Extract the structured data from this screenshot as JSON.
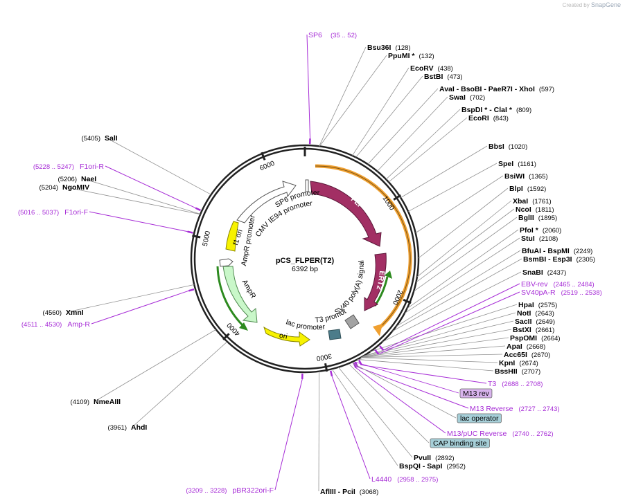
{
  "credit": {
    "prefix": "Created by",
    "brand": "SnapGene"
  },
  "plasmid": {
    "name": "pCS_FLPER(T2)",
    "length_label": "6392 bp",
    "length": 6392
  },
  "ticks": [
    {
      "pos": 1000,
      "label": "1000"
    },
    {
      "pos": 2000,
      "label": "2000"
    },
    {
      "pos": 3000,
      "label": "3000"
    },
    {
      "pos": 4000,
      "label": "4000"
    },
    {
      "pos": 5000,
      "label": "5000"
    },
    {
      "pos": 6000,
      "label": "6000"
    }
  ],
  "enzymes": [
    {
      "text": "Bsu36I",
      "pos": "(128)",
      "site": 128
    },
    {
      "text": "PpuMI *",
      "pos": "(132)",
      "site": 132
    },
    {
      "text": "EcoRV",
      "pos": "(438)",
      "site": 438
    },
    {
      "text": "BstBI",
      "pos": "(473)",
      "site": 473
    },
    {
      "text": "AvaI   - BsoBI   - PaeR7I   - XhoI",
      "pos": "(597)",
      "site": 597
    },
    {
      "text": "SwaI",
      "pos": "(702)",
      "site": 702
    },
    {
      "text": "BspDI *  - ClaI *",
      "pos": "(809)",
      "site": 809
    },
    {
      "text": "EcoRI",
      "pos": "(843)",
      "site": 843
    },
    {
      "text": "BbsI",
      "pos": "(1020)",
      "site": 1020
    },
    {
      "text": "SpeI",
      "pos": "(1161)",
      "site": 1161
    },
    {
      "text": "BsiWI",
      "pos": "(1365)",
      "site": 1365
    },
    {
      "text": "BlpI",
      "pos": "(1592)",
      "site": 1592
    },
    {
      "text": "XbaI",
      "pos": "(1761)",
      "site": 1761
    },
    {
      "text": "NcoI",
      "pos": "(1811)",
      "site": 1811
    },
    {
      "text": "BglII",
      "pos": "(1895)",
      "site": 1895
    },
    {
      "text": "PfoI *",
      "pos": "(2060)",
      "site": 2060
    },
    {
      "text": "StuI",
      "pos": "(2108)",
      "site": 2108
    },
    {
      "text": "BfuAI   - BspMI",
      "pos": "(2249)",
      "site": 2249
    },
    {
      "text": "BsmBI   - Esp3I",
      "pos": "(2305)",
      "site": 2305
    },
    {
      "text": "SnaBI",
      "pos": "(2437)",
      "site": 2437
    },
    {
      "text": "HpaI",
      "pos": "(2575)",
      "site": 2575
    },
    {
      "text": "NotI",
      "pos": "(2643)",
      "site": 2643
    },
    {
      "text": "SacII",
      "pos": "(2649)",
      "site": 2649
    },
    {
      "text": "BstXI",
      "pos": "(2661)",
      "site": 2661
    },
    {
      "text": "PspOMI",
      "pos": "(2664)",
      "site": 2664
    },
    {
      "text": "ApaI",
      "pos": "(2668)",
      "site": 2668
    },
    {
      "text": "Acc65I",
      "pos": "(2670)",
      "site": 2670
    },
    {
      "text": "KpnI",
      "pos": "(2674)",
      "site": 2674
    },
    {
      "text": "BssHII",
      "pos": "(2707)",
      "site": 2707
    },
    {
      "text": "PvuII",
      "pos": "(2892)",
      "site": 2892
    },
    {
      "text": "BspQI   - SapI",
      "pos": "(2952)",
      "site": 2952
    },
    {
      "text": "AflIII   - PciI",
      "pos": "(3068)",
      "site": 3068
    },
    {
      "text": "AhdI",
      "pos": "(3961)",
      "site": 3961
    },
    {
      "text": "NmeAIII",
      "pos": "(4109)",
      "site": 4109
    },
    {
      "text": "XmnI",
      "pos": "(4560)",
      "site": 4560
    },
    {
      "text": "SalI",
      "pos": "(5405)",
      "site": 5405
    },
    {
      "text": "NaeI",
      "pos": "(5206)",
      "site": 5206
    },
    {
      "text": "NgoMIV",
      "pos": "(5204)",
      "site": 5204
    }
  ],
  "primers": [
    {
      "name": "SP6",
      "pos": "(35 .. 52)",
      "site": 44
    },
    {
      "name": "EBV-rev",
      "pos": "(2465 .. 2484)",
      "site": 2475
    },
    {
      "name": "SV40pA-R",
      "pos": "(2519 .. 2538)",
      "site": 2528
    },
    {
      "name": "T3",
      "pos": "(2688 .. 2708)",
      "site": 2698
    },
    {
      "name": "M13 Reverse",
      "pos": "(2727 .. 2743)",
      "site": 2735
    },
    {
      "name": "M13/pUC Reverse",
      "pos": "(2740 .. 2762)",
      "site": 2751
    },
    {
      "name": "L4440",
      "pos": "(2958 .. 2975)",
      "site": 2966
    },
    {
      "name": "pBR322ori-F",
      "pos": "(3209 .. 3228)",
      "site": 3218
    },
    {
      "name": "Amp-R",
      "pos": "(4511 .. 4530)",
      "site": 4520
    },
    {
      "name": "F1ori-F",
      "pos": "(5016 .. 5037)",
      "site": 5026
    },
    {
      "name": "F1ori-R",
      "pos": "(5228 .. 5247)",
      "site": 5237
    }
  ],
  "boxed_features": [
    {
      "text": "M13 rev",
      "site": 2735,
      "color": "#d9b4ee"
    },
    {
      "text": "lac operator",
      "site": 2760,
      "color": "#a6cfd8"
    },
    {
      "text": "CAP binding site",
      "site": 2790,
      "color": "#a6cfd8"
    }
  ],
  "features": [
    {
      "name": "FLP",
      "color": "#a22f64",
      "label_color": "#ffffff"
    },
    {
      "name": "ERT2",
      "color": "#a22f64",
      "label_color": "#ffffff"
    },
    {
      "name": "SV40 poly(A) signal",
      "color": "#a3a3a3"
    },
    {
      "name": "T3 promoter",
      "color": "#ffffff"
    },
    {
      "name": "lac promoter",
      "color": "#ffffff"
    },
    {
      "name": "ori",
      "color": "#f7f200"
    },
    {
      "name": "AmpR",
      "color": "#c9f7c9"
    },
    {
      "name": "AmpR promoter",
      "color": "#ffffff"
    },
    {
      "name": "f1 ori",
      "color": "#f7f200"
    },
    {
      "name": "CMV IE94 promoter",
      "color": "#ffffff"
    },
    {
      "name": "SP6 promoter",
      "color": "#ffffff"
    }
  ],
  "colors": {
    "primer": "#a62bd6",
    "orf_orange": "#f0a030",
    "orf_green": "#2d8a1f",
    "backbone": "#222222"
  }
}
